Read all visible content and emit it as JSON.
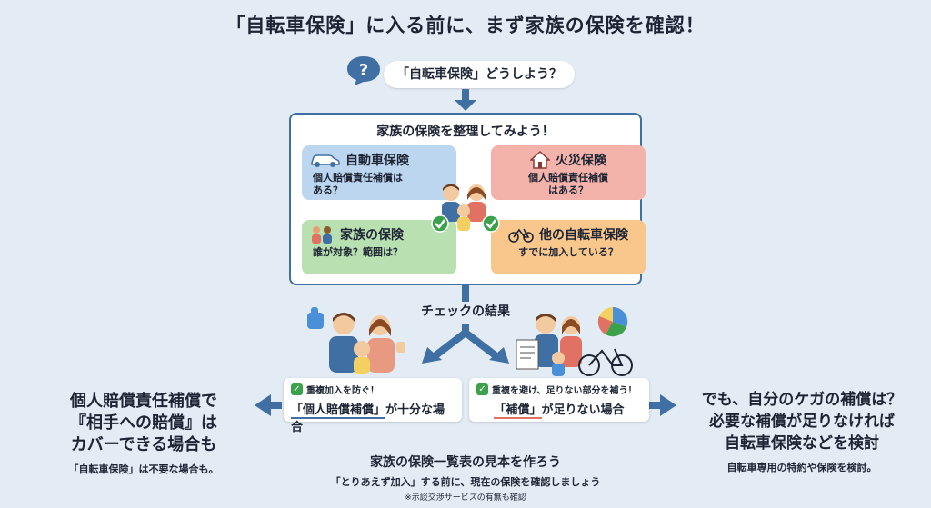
{
  "title": "「自転車保険」に入る前に、まず家族の保険を確認！",
  "question": {
    "mark": "?",
    "text": "「自転車保険」どうしよう？"
  },
  "organize": {
    "title": "家族の保険を整理してみよう！",
    "cards": [
      {
        "title": "自動車保険",
        "sub": "個人賠償責任補償は\nある？",
        "icon": "car-icon"
      },
      {
        "title": "火災保険",
        "sub": "個人賠償責任補償\nはある？",
        "icon": "house-icon"
      },
      {
        "title": "家族の保険",
        "sub": "誰が対象？範囲は？",
        "icon": "family-icon"
      },
      {
        "title": "他の自転車保険",
        "sub": "すでに加入している？",
        "icon": "bicycle-icon"
      }
    ]
  },
  "result": {
    "label": "チェックの結果",
    "left": {
      "top": "重複加入を防ぐ！",
      "highlight": "「個人賠償補償」",
      "rest": "が十分な場合"
    },
    "right": {
      "top": "重複を避け、足りない部分を補う！",
      "highlight": "「補償」",
      "rest": "が足りない場合"
    }
  },
  "left_side": {
    "lines": [
      "個人賠償責任補償で",
      "『相手への賠償』は",
      "カバーできる場合も"
    ],
    "small": "「自転車保険」は不要な場合も。"
  },
  "right_side": {
    "lines": [
      "でも、自分のケガの補償は？",
      "必要な補償が足りなければ",
      "自転車保険などを検討"
    ],
    "small": "自転車専用の特約や保険を検討。"
  },
  "bottom": {
    "line1": "家族の保険一覧表の見本を作ろう",
    "line2": "「とりあえず加入」する前に、現在の保険を確認しましょう",
    "line3": "※示談交渉サービスの有無も確認"
  },
  "colors": {
    "accent": "#3f6fa3",
    "card_blue": "#bcd6f0",
    "card_red": "#f3b3aa",
    "card_green": "#b9e0b0",
    "card_orange": "#f9c78c",
    "check": "#3ba14a"
  }
}
